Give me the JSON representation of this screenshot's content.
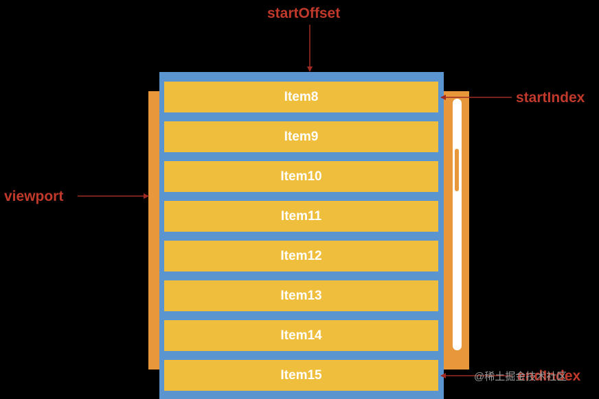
{
  "labels": {
    "start_offset": "startOffset",
    "start_index": "startIndex",
    "viewport": "viewport",
    "end_index": "endIndex"
  },
  "items": [
    "Item8",
    "Item9",
    "Item10",
    "Item11",
    "Item12",
    "Item13",
    "Item14",
    "Item15"
  ],
  "watermark": "@稀土掘金技术社区",
  "colors": {
    "background": "#000000",
    "label": "#c0392b",
    "arrow": "#a02a22",
    "viewport_bar": "#e8973a",
    "list_panel": "#5b95d0",
    "item_fill": "#efbe3d",
    "item_text": "#ffffff",
    "scrollbar_track": "#ffffff",
    "scrollbar_thumb": "#e8973a"
  }
}
